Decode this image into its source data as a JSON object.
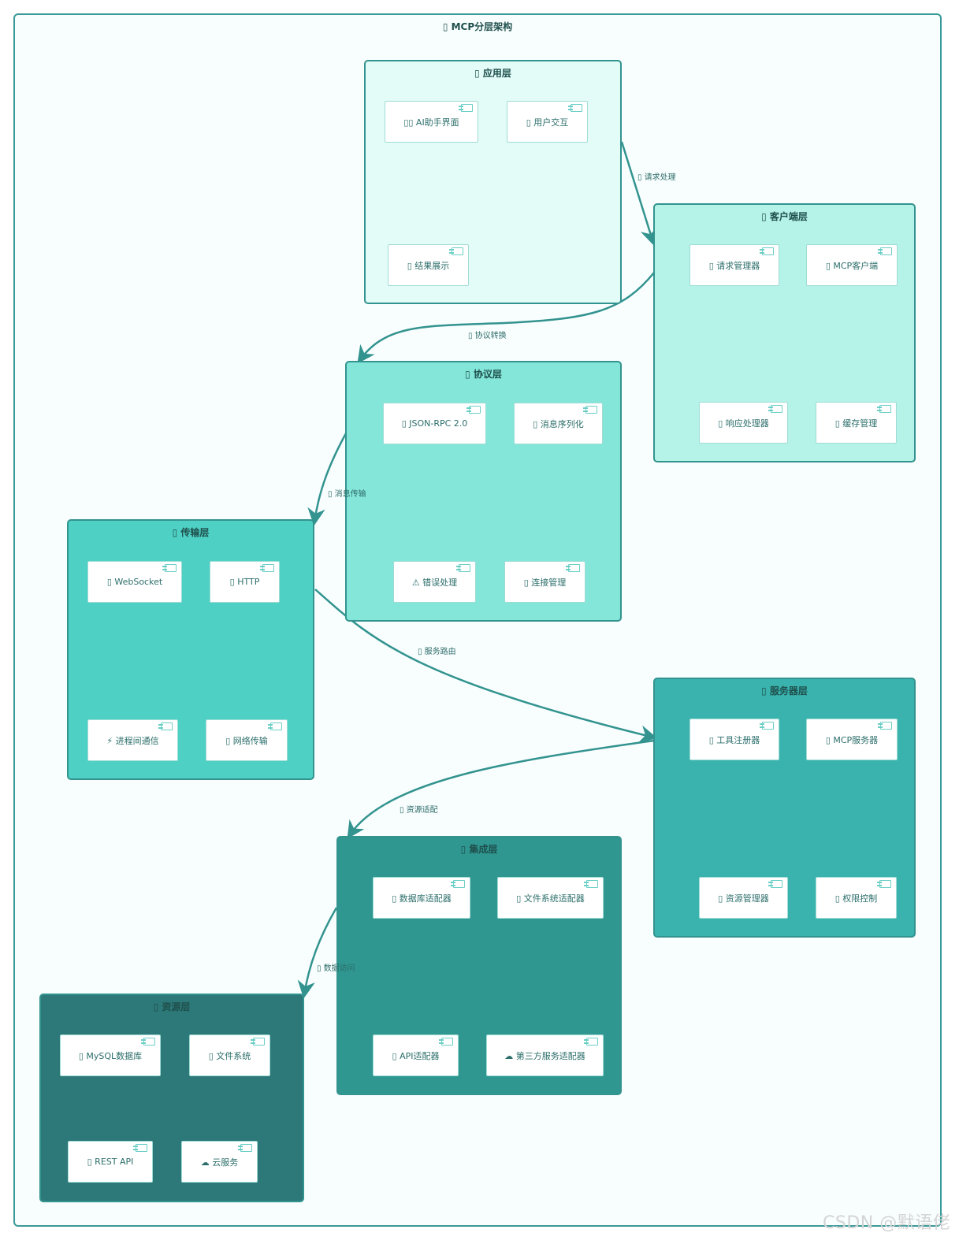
{
  "diagram": {
    "title": "▯ MCP分层架构",
    "colors": {
      "application": "#e3fcf8",
      "client": "#b5f2e8",
      "protocol": "#84e6d9",
      "transport": "#4fd0c4",
      "server": "#3ab3ae",
      "integration": "#2f9690",
      "resource": "#2d7878",
      "edge": "#33938f"
    },
    "layers": {
      "application": {
        "title": "▯ 应用层",
        "components": [
          "▯▯ AI助手界面",
          "▯ 用户交互",
          "▯ 结果展示"
        ]
      },
      "client": {
        "title": "▯ 客户端层",
        "components": [
          "▯ 请求管理器",
          "▯ MCP客户端",
          "▯ 响应处理器",
          "▯ 缓存管理"
        ]
      },
      "protocol": {
        "title": "▯ 协议层",
        "components": [
          "▯ JSON-RPC 2.0",
          "▯ 消息序列化",
          "⚠ 错误处理",
          "▯ 连接管理"
        ]
      },
      "transport": {
        "title": "▯ 传输层",
        "components": [
          "▯ WebSocket",
          "▯ HTTP",
          "⚡ 进程间通信",
          "▯ 网络传输"
        ]
      },
      "server": {
        "title": "▯ 服务器层",
        "components": [
          "▯ 工具注册器",
          "▯ MCP服务器",
          "▯ 资源管理器",
          "▯ 权限控制"
        ]
      },
      "integration": {
        "title": "▯ 集成层",
        "components": [
          "▯ 数据库适配器",
          "▯ 文件系统适配器",
          "▯ API适配器",
          "☁ 第三方服务适配器"
        ]
      },
      "resource": {
        "title": "▯ 资源层",
        "components": [
          "▯ MySQL数据库",
          "▯ 文件系统",
          "▯ REST API",
          "☁ 云服务"
        ]
      }
    },
    "edges": [
      {
        "from": "application",
        "to": "client",
        "label": "▯ 请求处理"
      },
      {
        "from": "client",
        "to": "protocol",
        "label": "▯ 协议转换"
      },
      {
        "from": "protocol",
        "to": "transport",
        "label": "▯ 消息传输"
      },
      {
        "from": "transport",
        "to": "server",
        "label": "▯ 服务路由"
      },
      {
        "from": "server",
        "to": "integration",
        "label": "▯ 资源适配"
      },
      {
        "from": "integration",
        "to": "resource",
        "label": "▯ 数据访问"
      }
    ]
  },
  "watermark": "CSDN @默语佬"
}
